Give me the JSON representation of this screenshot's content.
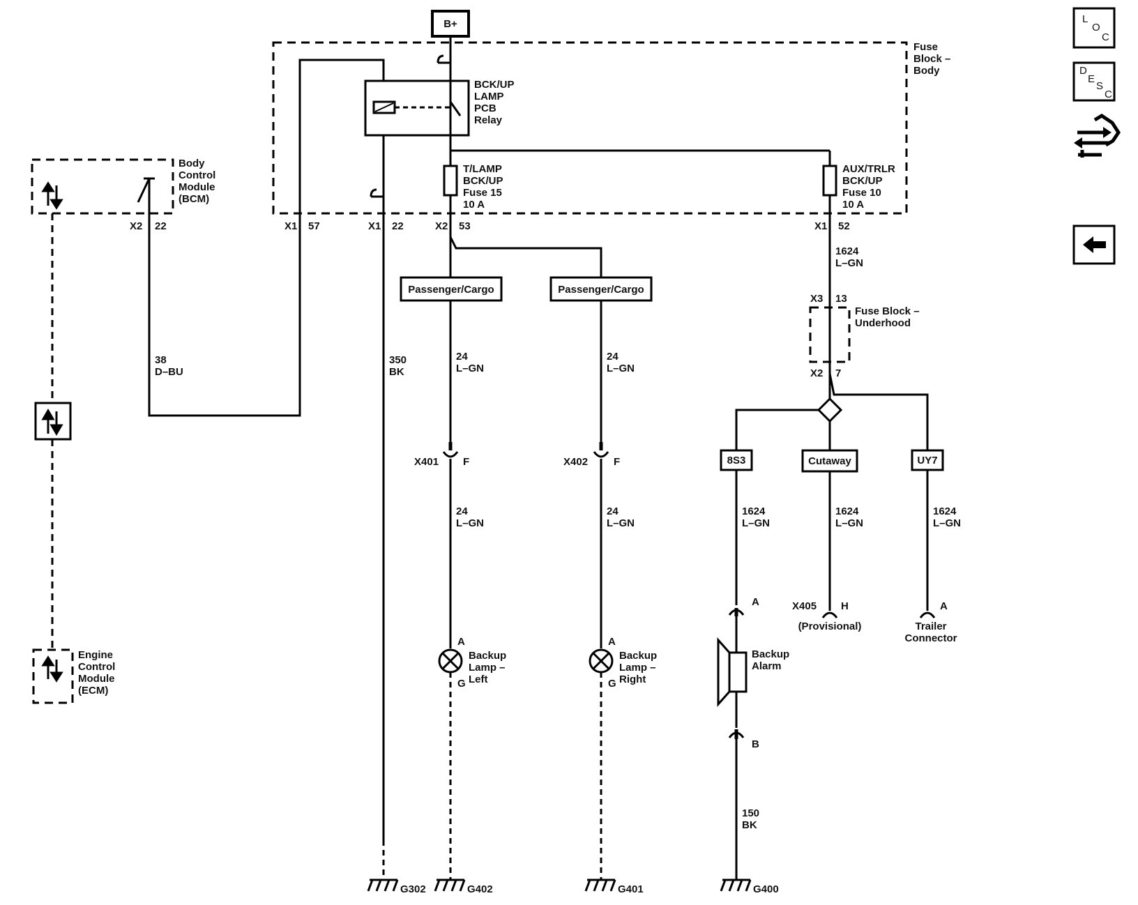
{
  "top_label": "B+",
  "fuse_block_body": [
    "Fuse",
    "Block –",
    "Body"
  ],
  "relay": [
    "BCK/UP",
    "LAMP",
    "PCB",
    "Relay"
  ],
  "fuse15": [
    "T/LAMP",
    "BCK/UP",
    "Fuse 15",
    "10 A"
  ],
  "fuse10": [
    "AUX/TRLR",
    "BCK/UP",
    "Fuse 10",
    "10 A"
  ],
  "bcm": [
    "Body",
    "Control",
    "Module",
    "(BCM)"
  ],
  "ecm": [
    "Engine",
    "Control",
    "Module",
    "(ECM)"
  ],
  "pins": {
    "bcm_conn": "X2",
    "bcm_pin": "22",
    "x1_57_conn": "X1",
    "x1_57_pin": "57",
    "x1_22_conn": "X1",
    "x1_22_pin": "22",
    "x2_53_conn": "X2",
    "x2_53_pin": "53",
    "x1_52_conn": "X1",
    "x1_52_pin": "52",
    "x3_conn": "X3",
    "x3_pin": "13",
    "x2b_conn": "X2",
    "x2b_pin": "7"
  },
  "wires": {
    "bcm": [
      "38",
      "D–BU"
    ],
    "ground350": [
      "350",
      "BK"
    ],
    "left_upper": [
      "24",
      "L–GN"
    ],
    "right_upper": [
      "24",
      "L–GN"
    ],
    "left_lower": [
      "24",
      "L–GN"
    ],
    "right_lower": [
      "24",
      "L–GN"
    ],
    "aux_top": [
      "1624",
      "L–GN"
    ],
    "alarm": [
      "1624",
      "L–GN"
    ],
    "cutaway": [
      "1624",
      "L–GN"
    ],
    "trailer": [
      "1624",
      "L–GN"
    ],
    "alarm_ground": [
      "150",
      "BK"
    ]
  },
  "option_boxes": {
    "pc_left": "Passenger/Cargo",
    "pc_right": "Passenger/Cargo",
    "s8s3": "8S3",
    "cutaway": "Cutaway",
    "uy7": "UY7"
  },
  "fuse_block_underhood": [
    "Fuse Block –",
    "Underhood"
  ],
  "connectors": {
    "x401": "X401",
    "x401_pin": "F",
    "x402": "X402",
    "x402_pin": "F",
    "alarm_a": "A",
    "alarm_b": "B",
    "x405": "X405",
    "x405_pin": "H",
    "x405_note": "(Provisional)",
    "trailer_pin": "A",
    "trailer": [
      "Trailer",
      "Connector"
    ]
  },
  "lamp_left": [
    "Backup",
    "Lamp –",
    "Left"
  ],
  "lamp_right": [
    "Backup",
    "Lamp –",
    "Right"
  ],
  "lamp_pins": {
    "left_a": "A",
    "left_g": "G",
    "right_a": "A",
    "right_g": "G"
  },
  "backup_alarm": [
    "Backup",
    "Alarm"
  ],
  "grounds": {
    "g302": "G302",
    "g402": "G402",
    "g401": "G401",
    "g400": "G400"
  },
  "nav": {
    "loc": [
      "L",
      "O",
      "C"
    ],
    "desc": [
      "D",
      "E",
      "S",
      "C"
    ],
    "connectors_icon": "connector-wrench-icon",
    "back_icon": "left-arrow-icon"
  }
}
